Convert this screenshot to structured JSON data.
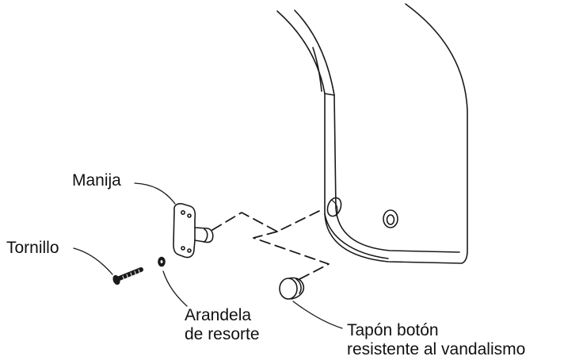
{
  "labels": {
    "manija": "Manija",
    "tornillo": "Tornillo",
    "arandela": [
      "Arandela",
      "de resorte"
    ],
    "tapon": [
      "Tapón botón",
      "resistente al vandalismo"
    ]
  },
  "parts": [
    {
      "id": "housing",
      "icon": "dispenser-housing-icon"
    },
    {
      "id": "handle",
      "icon": "handle-icon"
    },
    {
      "id": "screw",
      "icon": "screw-icon"
    },
    {
      "id": "spring-washer",
      "icon": "washer-icon"
    },
    {
      "id": "button-plug",
      "icon": "plug-icon"
    }
  ],
  "colors": {
    "line": "#1a1a1a",
    "fill": "#ffffff",
    "text": "#111111"
  }
}
